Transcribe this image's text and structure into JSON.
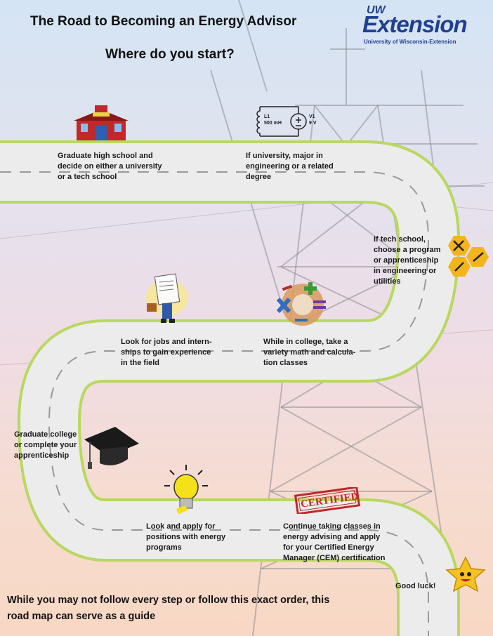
{
  "title": "The Road to Becoming an Energy Advisor",
  "subtitle": "Where do you start?",
  "logo": {
    "top": "UW",
    "main": "Extension",
    "sub": "University of Wisconsin-Extension"
  },
  "steps": [
    "Graduate high school and\ndecide on either a university\nor a tech school",
    "If university, major in\nengineering or a related\ndegree",
    "If tech school,\nchoose a program\nor apprenticeship\nin engineering or\nutilities",
    "While in college, take a\nvariety math and calcula-\ntion classes",
    "Look for jobs and intern-\nships to gain experience\nin the field",
    "Graduate college\nor complete your\napprenticeship",
    "Look and apply for\npositions with energy\nprograms",
    "Continue taking classes in\nenergy advising and apply\nfor your Certified Energy\nManager (CEM) certification",
    "Good luck!"
  ],
  "icons": {
    "circuit": {
      "inductor_label": "L1",
      "inductor_value": "500 mH",
      "source_label": "V1",
      "source_value": "9 V"
    },
    "certified_stamp": "CERTIFIED"
  },
  "footer": "While you may not follow every step or follow this exact order, this\nroad map can serve as a guide",
  "colors": {
    "road": "#ececec",
    "road_edge": "#b8d860",
    "lane": "#9a9a9a",
    "logo": "#1f3f8f"
  }
}
